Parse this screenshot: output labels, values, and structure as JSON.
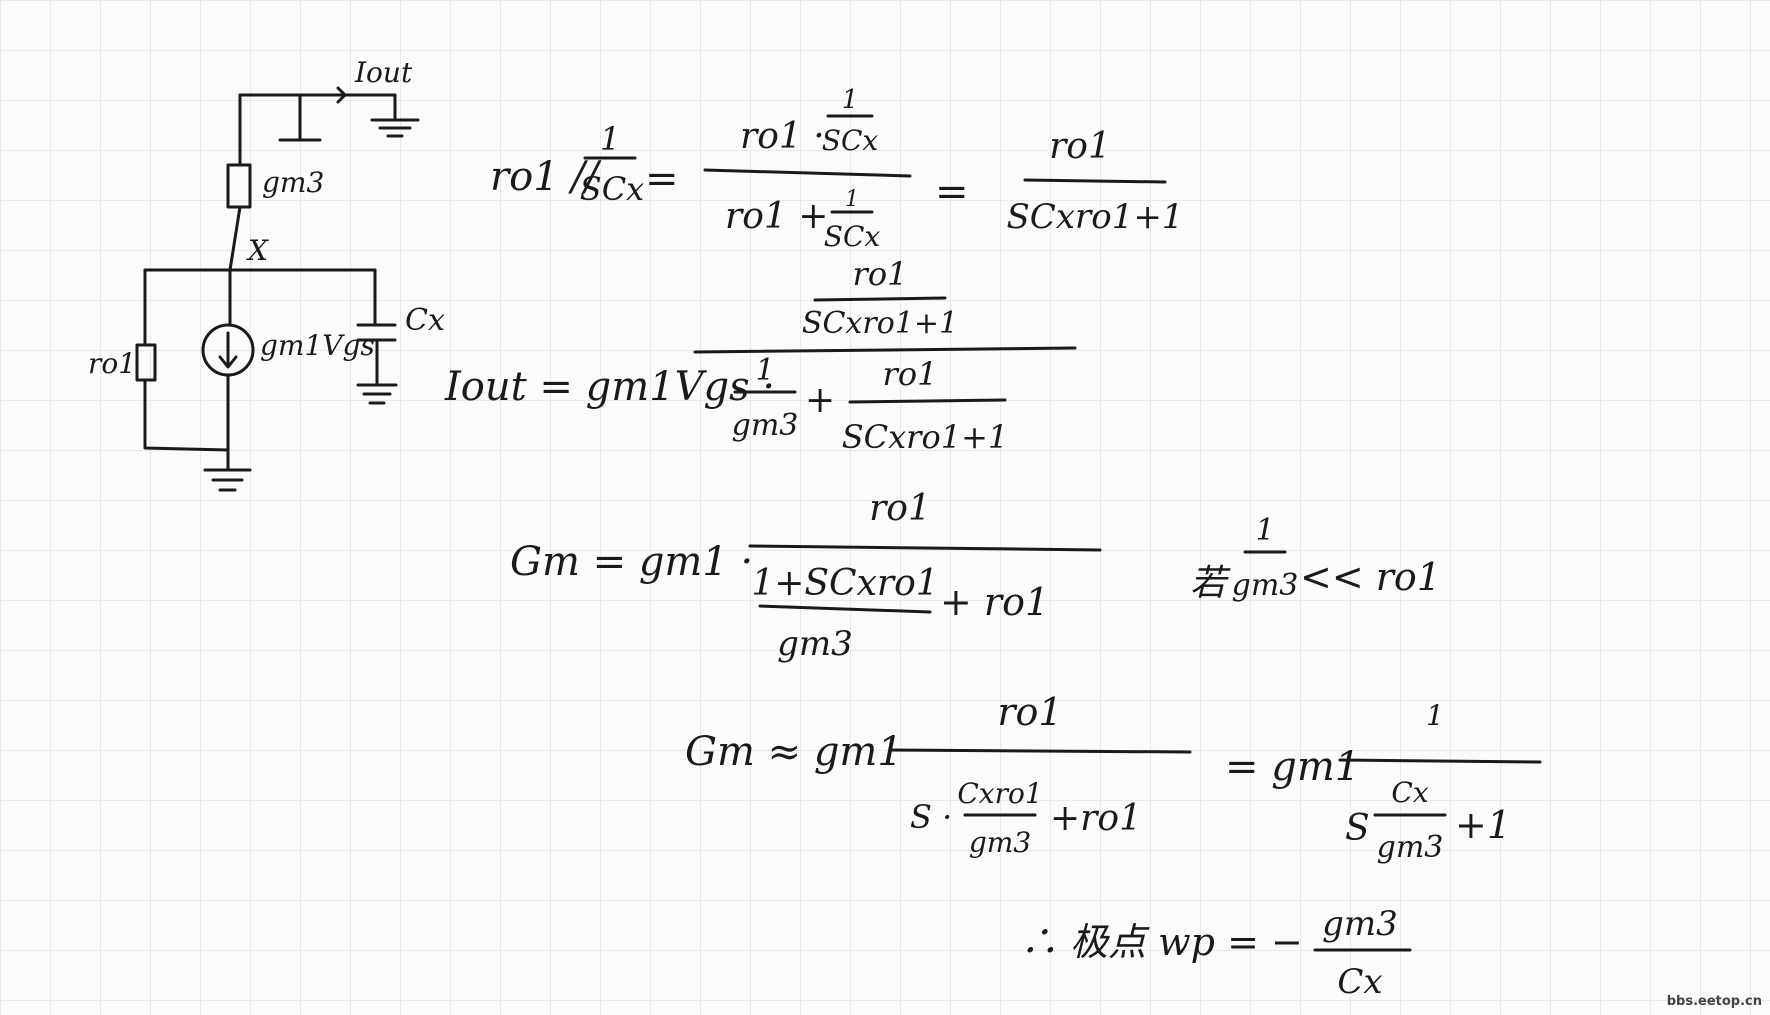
{
  "circuit": {
    "iout": "Iout",
    "gm3": "gm3",
    "node": "X",
    "source": "gm1Vgs",
    "ro1": "ro1",
    "cx": "Cx"
  },
  "eq1": {
    "lhs_ro": "ro1 //",
    "lhs_num": "1",
    "lhs_den": "SCx",
    "eq": "=",
    "m_num_a": "ro1 ·",
    "m_num_frac_num": "1",
    "m_num_frac_den": "SCx",
    "m_den_a": "ro1 +",
    "m_den_frac_num": "1",
    "m_den_frac_den": "SCx",
    "eq2": "=",
    "r_num": "ro1",
    "r_den": "SCxro1+1"
  },
  "eq2": {
    "lhs": "Iout = gm1Vgs ·",
    "top_num": "ro1",
    "top_den": "SCxro1+1",
    "b1_num": "1",
    "b1_den": "gm3",
    "plus": "+",
    "b2_num": "ro1",
    "b2_den": "SCxro1+1"
  },
  "eq3": {
    "lhs": "Gm = gm1 ·",
    "num": "ro1",
    "d_num": "1+SCxro1",
    "d_den": "gm3",
    "d_plus": "+ ro1",
    "cond_prefix": "若",
    "cond_num": "1",
    "cond_den": "gm3",
    "cond_rest": "<< ro1"
  },
  "eq4": {
    "lhs": "Gm ≈ gm1",
    "num": "ro1",
    "d_s": "S ·",
    "d_fnum": "Cxro1",
    "d_fden": "gm3",
    "d_plus": "+ro1",
    "eq": "= gm1",
    "r_num": "1",
    "r_s": "S",
    "r_fnum": "Cx",
    "r_fden": "gm3",
    "r_plus": "+1"
  },
  "eq5": {
    "lhs": "∴ 极点 wp = −",
    "num": "gm3",
    "den": "Cx"
  },
  "watermark": "bbs.eetop.cn"
}
